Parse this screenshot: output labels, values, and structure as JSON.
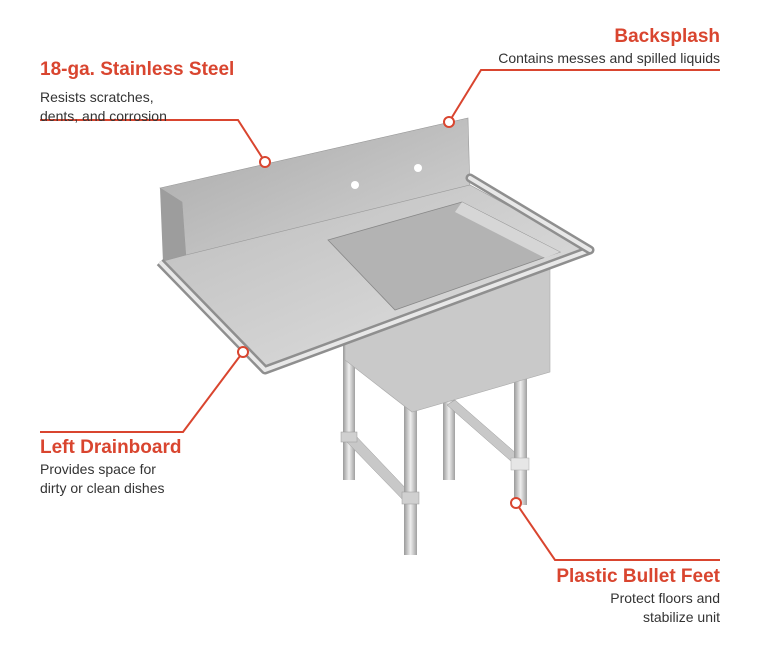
{
  "accent_color": "#d9452f",
  "callouts": {
    "steel": {
      "title": "18-ga. Stainless Steel",
      "lines": [
        "Resists scratches,",
        "dents, and corrosion"
      ]
    },
    "backsplash": {
      "title": "Backsplash",
      "lines": [
        "Contains messes and spilled liquids"
      ]
    },
    "drainboard": {
      "title": "Left Drainboard",
      "lines": [
        "Provides space for",
        "dirty or clean dishes"
      ]
    },
    "feet": {
      "title": "Plastic Bullet Feet",
      "lines": [
        "Protect floors and",
        "stabilize unit"
      ]
    }
  }
}
